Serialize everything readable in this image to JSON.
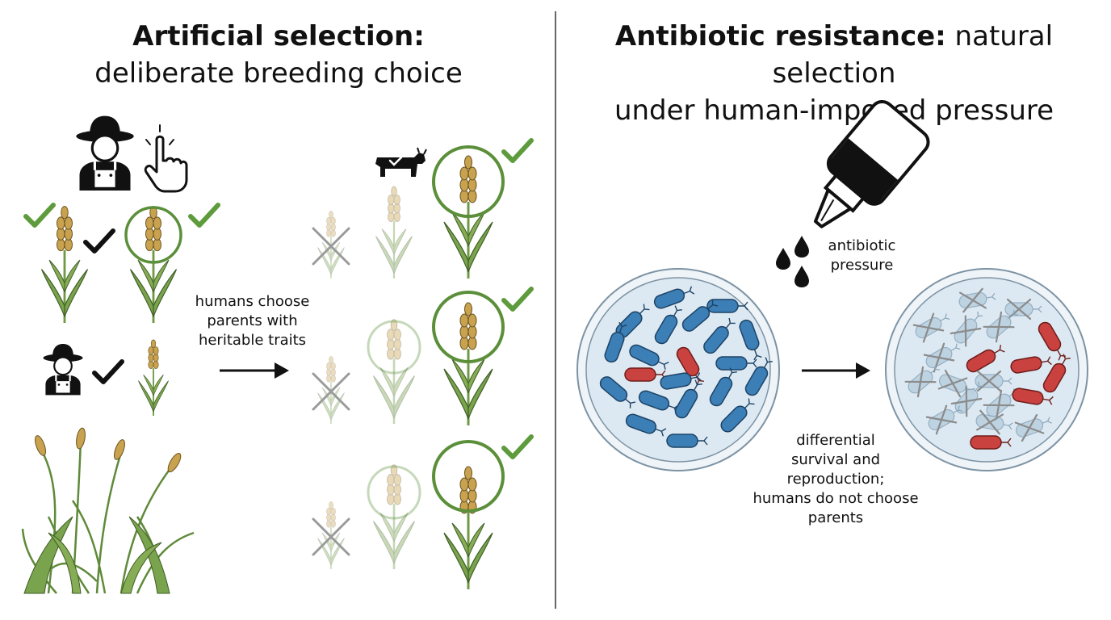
{
  "left_panel": {
    "title_bold": "Artificial selection:",
    "title_line2": "deliberate breeding choice",
    "caption_lines": [
      "humans choose",
      "parents with",
      "heritable traits"
    ]
  },
  "right_panel": {
    "title_bold": "Antibiotic resistance:",
    "title_rest": " natural selection",
    "title_line2": "under human-imposed pressure",
    "pressure_lines": [
      "antibiotic",
      "pressure"
    ],
    "caption_lines": [
      "differential",
      "survival and",
      "reproduction;",
      "humans do not choose",
      "parents"
    ]
  },
  "colors": {
    "check_green": "#5e9b3c",
    "circle_green": "#5b8f3a",
    "grain_gold": "#c8a24e",
    "stem_green": "#6f9a45",
    "bacteria_blue": "#3b7fb6",
    "bacteria_red": "#c9423f",
    "dish_fill": "#e3eef5",
    "divider": "#666666"
  },
  "icons": [
    "farmer-icon",
    "pointing-hand-icon",
    "check-icon",
    "cow-icon",
    "wheat-icon",
    "cross-icon",
    "antibiotic-bottle-icon",
    "drop-icon",
    "petri-dish-icon",
    "bacterium-icon",
    "arrow-icon"
  ]
}
